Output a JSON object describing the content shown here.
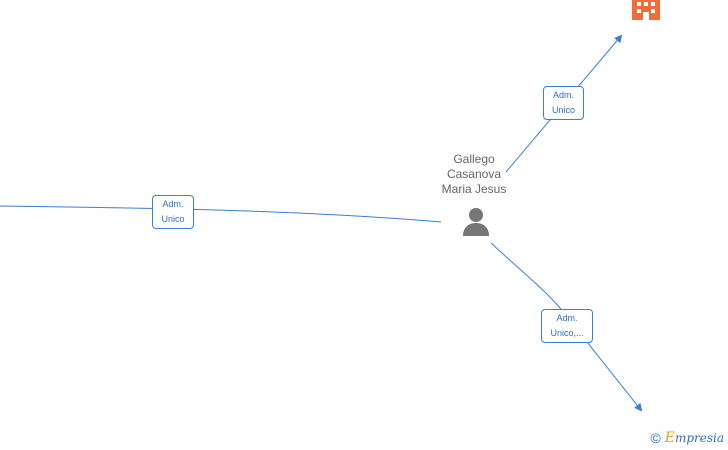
{
  "person": {
    "name_lines": [
      "Gallego",
      "Casanova",
      "Maria Jesus"
    ],
    "icon": "person-icon"
  },
  "company": {
    "icon": "building-icon",
    "color": "#f26b3a"
  },
  "edges": [
    {
      "id": "left",
      "label_lines": [
        "Adm.",
        "Unico"
      ]
    },
    {
      "id": "upper",
      "label_lines": [
        "Adm.",
        "Unico"
      ]
    },
    {
      "id": "lower",
      "label_lines": [
        "Adm.",
        "Unico,..."
      ]
    }
  ],
  "colors": {
    "edge": "#3a7fd5",
    "person": "#777777",
    "text": "#666666"
  },
  "footer": {
    "symbol": "©",
    "brand_initial": "E",
    "brand_rest": "mpresia"
  }
}
